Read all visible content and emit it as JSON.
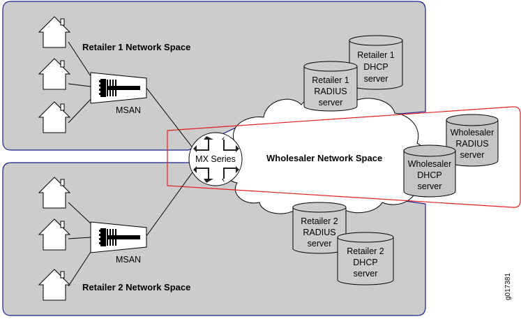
{
  "spaces": {
    "retailer1": {
      "label": "Retailer 1 Network Space"
    },
    "retailer2": {
      "label": "Retailer 2 Network Space"
    },
    "wholesaler": {
      "label": "Wholesaler Network Space"
    }
  },
  "devices": {
    "msan_top": {
      "label": "MSAN"
    },
    "msan_bottom": {
      "label": "MSAN"
    },
    "router": {
      "label": "MX Series"
    }
  },
  "servers": {
    "r1_dhcp": {
      "line1": "Retailer 1",
      "line2": "DHCP",
      "line3": "server"
    },
    "r1_radius": {
      "line1": "Retailer 1",
      "line2": "RADIUS",
      "line3": "server"
    },
    "w_radius": {
      "line1": "Wholesaler",
      "line2": "RADIUS",
      "line3": "server"
    },
    "w_dhcp": {
      "line1": "Wholesaler",
      "line2": "DHCP",
      "line3": "server"
    },
    "r2_radius": {
      "line1": "Retailer 2",
      "line2": "RADIUS",
      "line3": "server"
    },
    "r2_dhcp": {
      "line1": "Retailer 2",
      "line2": "DHCP",
      "line3": "server"
    }
  },
  "figure_id": "g017381",
  "colors": {
    "space_fill": "#cccccc",
    "retailer_border": "#1c1c8a",
    "wholesaler_border": "#e02020",
    "line": "#000000"
  }
}
